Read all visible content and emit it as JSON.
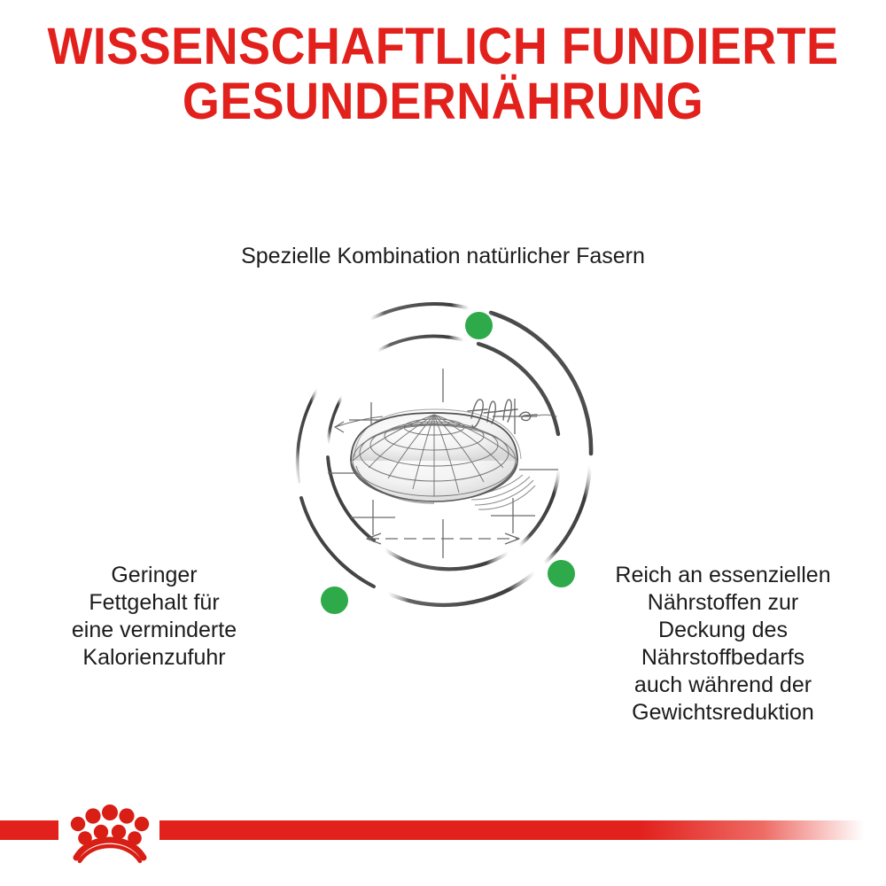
{
  "page": {
    "background_color": "#ffffff",
    "brand": "royal-canin"
  },
  "colors": {
    "brand_red": "#e2201c",
    "accent_green": "#2eaa4a",
    "body_text": "#1c1c1c",
    "sketch_gray": "#4a4a4a"
  },
  "headline": {
    "line1": "WISSENSCHAFTLICH FUNDIERTE",
    "line2": "GESUNDERNÄHRUNG"
  },
  "caption_top": {
    "text": "Spezielle Kombination natürlicher Fasern"
  },
  "caption_left": {
    "line1": "Geringer",
    "line2": "Fettgehalt für",
    "line3": "eine verminderte",
    "line4": "Kalorienzufuhr"
  },
  "caption_right": {
    "line1": "Reich an essenziellen",
    "line2": "Nährstoffen zur",
    "line3": "Deckung des",
    "line4": "Nährstoffbedarfs",
    "line5": "auch während der",
    "line6": "Gewichtsreduktion"
  },
  "illustration": {
    "type": "pencil-sketch",
    "subject": "kibble-wireframe-dome",
    "rings": 2,
    "ring_style": "hand-drawn-broken-circle",
    "bullet_dots": [
      {
        "id": "top",
        "label_target": "caption_top",
        "color": "#2eaa4a"
      },
      {
        "id": "left",
        "label_target": "caption_left",
        "color": "#2eaa4a"
      },
      {
        "id": "right",
        "label_target": "caption_right",
        "color": "#2eaa4a"
      }
    ],
    "annotation_note": "handwritten-scribble"
  },
  "footer": {
    "logo_name": "royal-canin-crown",
    "band_color": "#e2201c"
  }
}
